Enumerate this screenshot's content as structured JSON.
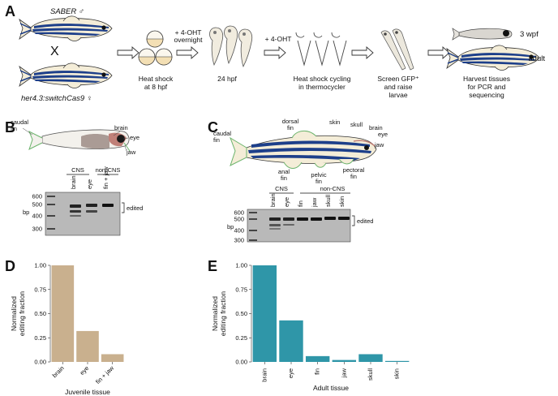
{
  "panels": {
    "A": {
      "label": "A",
      "parent1": "SABER ♂",
      "cross": "X",
      "parent2": "her4.3:switchCas9 ♀",
      "step1": "Heat shock\nat 8 hpf",
      "arrow1": "+ 4-OHT\novernight",
      "step2": "24 hpf",
      "arrow2": "+ 4-OHT",
      "step3": "Heat shock cycling\nin thermocycler",
      "step4": "Screen GFP⁺\nand raise\nlarvae",
      "step5": "Harvest tissues\nfor PCR and\nsequencing",
      "age1": "3 wpf",
      "age2": "adult"
    },
    "B": {
      "label": "B",
      "tissues": [
        "caudal\nfin",
        "brain",
        "eye",
        "jaw"
      ],
      "group1": "CNS",
      "group2": "non-CNS",
      "lanes": [
        "brain",
        "eye",
        "fin + jaw"
      ],
      "ladder": [
        "600",
        "500",
        "400",
        "300"
      ],
      "unit": "bp",
      "band_label": "edited"
    },
    "C": {
      "label": "C",
      "tissues": [
        "caudal\nfin",
        "dorsal\nfin",
        "skin",
        "skull",
        "brain",
        "eye",
        "jaw",
        "anal\nfin",
        "pelvic\nfin",
        "pectoral\nfin"
      ],
      "group1": "CNS",
      "group2": "non-CNS",
      "lanes": [
        "brain",
        "eye",
        "fin",
        "jaw",
        "skull",
        "skin"
      ],
      "ladder": [
        "600",
        "500",
        "400",
        "300"
      ],
      "unit": "bp",
      "band_label": "edited"
    },
    "D": {
      "label": "D"
    },
    "E": {
      "label": "E"
    }
  },
  "chart_data": [
    {
      "type": "bar",
      "panel": "D",
      "categories": [
        "brain",
        "eye",
        "fin + jaw"
      ],
      "values": [
        1.0,
        0.32,
        0.08
      ],
      "xlabel": "Juvenile tissue",
      "ylabel": "Normalized\nediting fraction",
      "ylim": [
        0,
        1.0
      ],
      "yticks": [
        "0.00",
        "0.25",
        "0.50",
        "0.75",
        "1.00"
      ],
      "color": "#c9b08e"
    },
    {
      "type": "bar",
      "panel": "E",
      "categories": [
        "brain",
        "eye",
        "fin",
        "jaw",
        "skull",
        "skin"
      ],
      "values": [
        1.0,
        0.43,
        0.06,
        0.02,
        0.08,
        0.01
      ],
      "xlabel": "Adult tissue",
      "ylabel": "Normalized\nediting fraction",
      "ylim": [
        0,
        1.0
      ],
      "yticks": [
        "0.00",
        "0.25",
        "0.50",
        "0.75",
        "1.00"
      ],
      "color": "#2f96a8"
    }
  ]
}
